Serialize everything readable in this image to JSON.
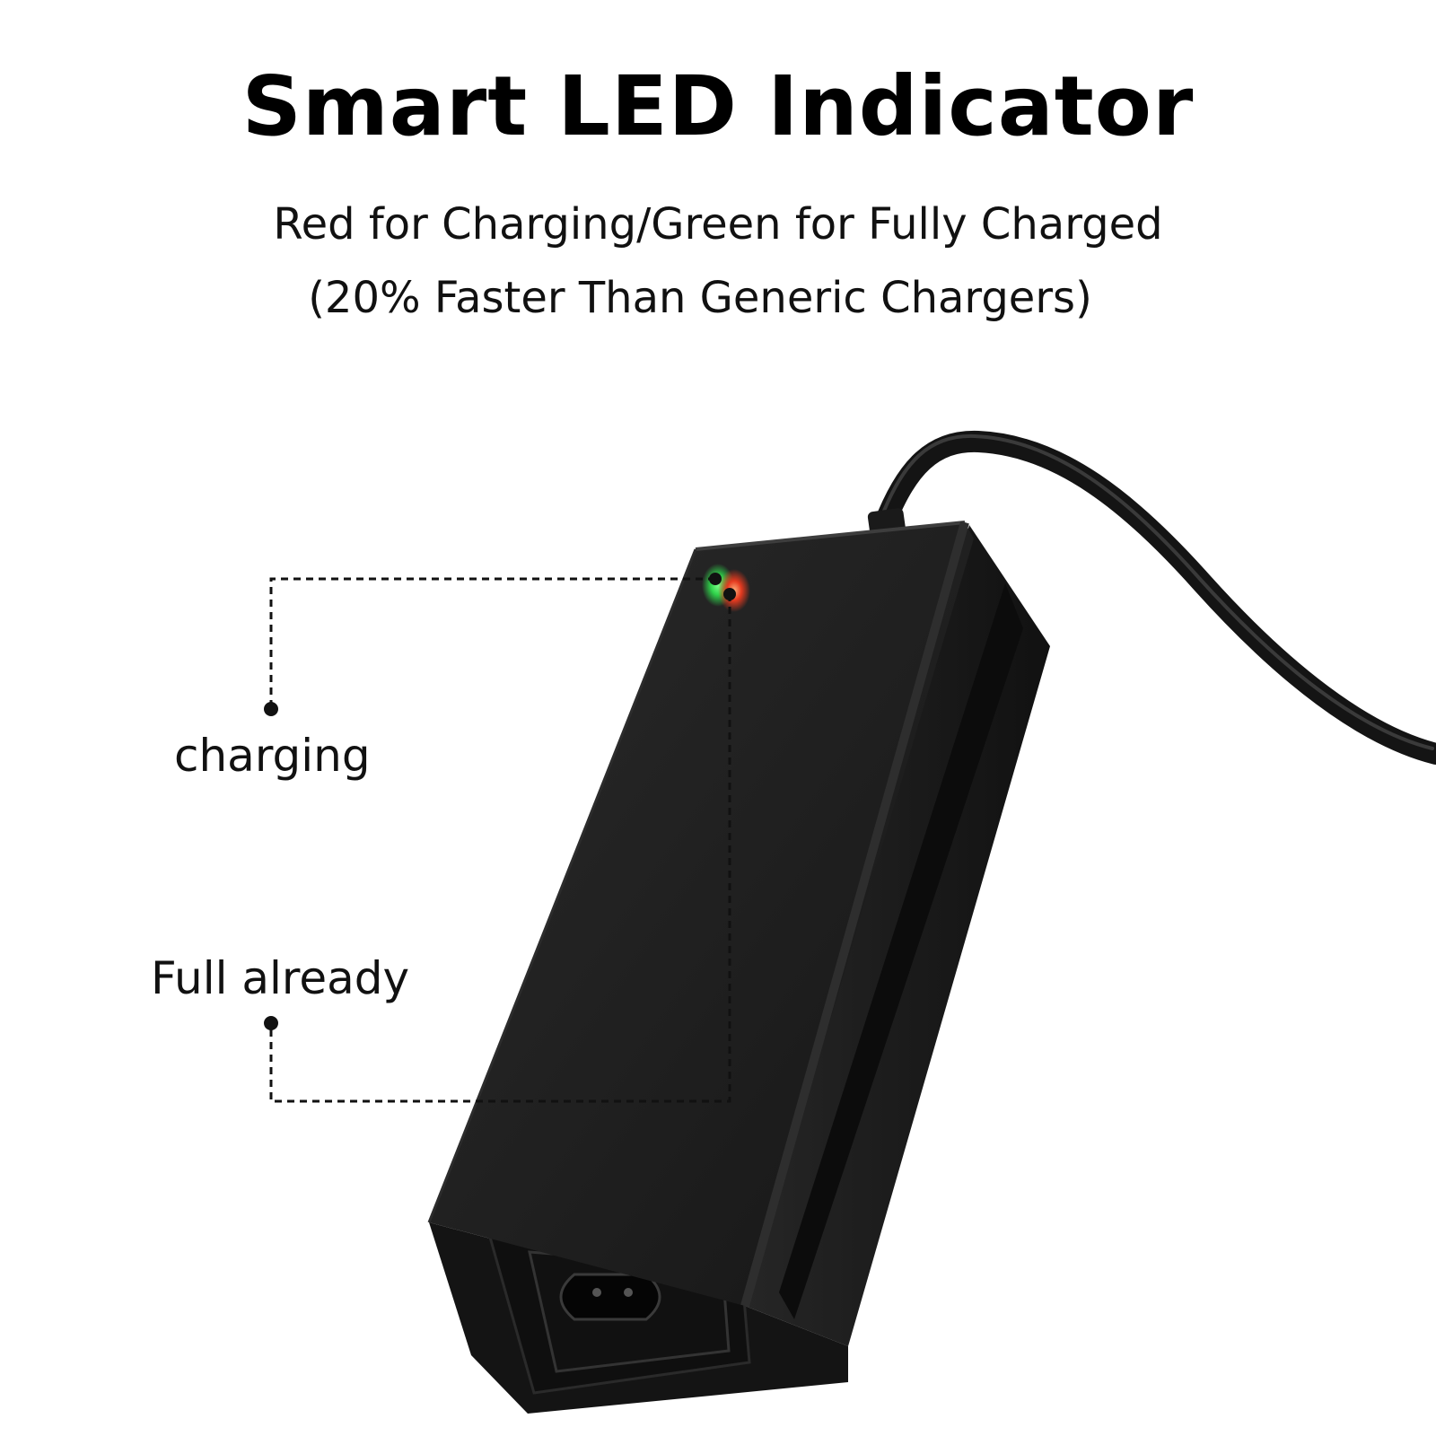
{
  "header": {
    "title": "Smart LED Indicator",
    "subtitle_line1": "Red for Charging/Green for Fully Charged",
    "subtitle_line2": "(20% Faster Than Generic Chargers)"
  },
  "callouts": {
    "charging_label": "charging",
    "full_label": "Full already"
  },
  "colors": {
    "led_green": "#2fd24a",
    "led_red": "#e53a1f",
    "charger_body": "#1c1c1c",
    "text": "#111111"
  }
}
